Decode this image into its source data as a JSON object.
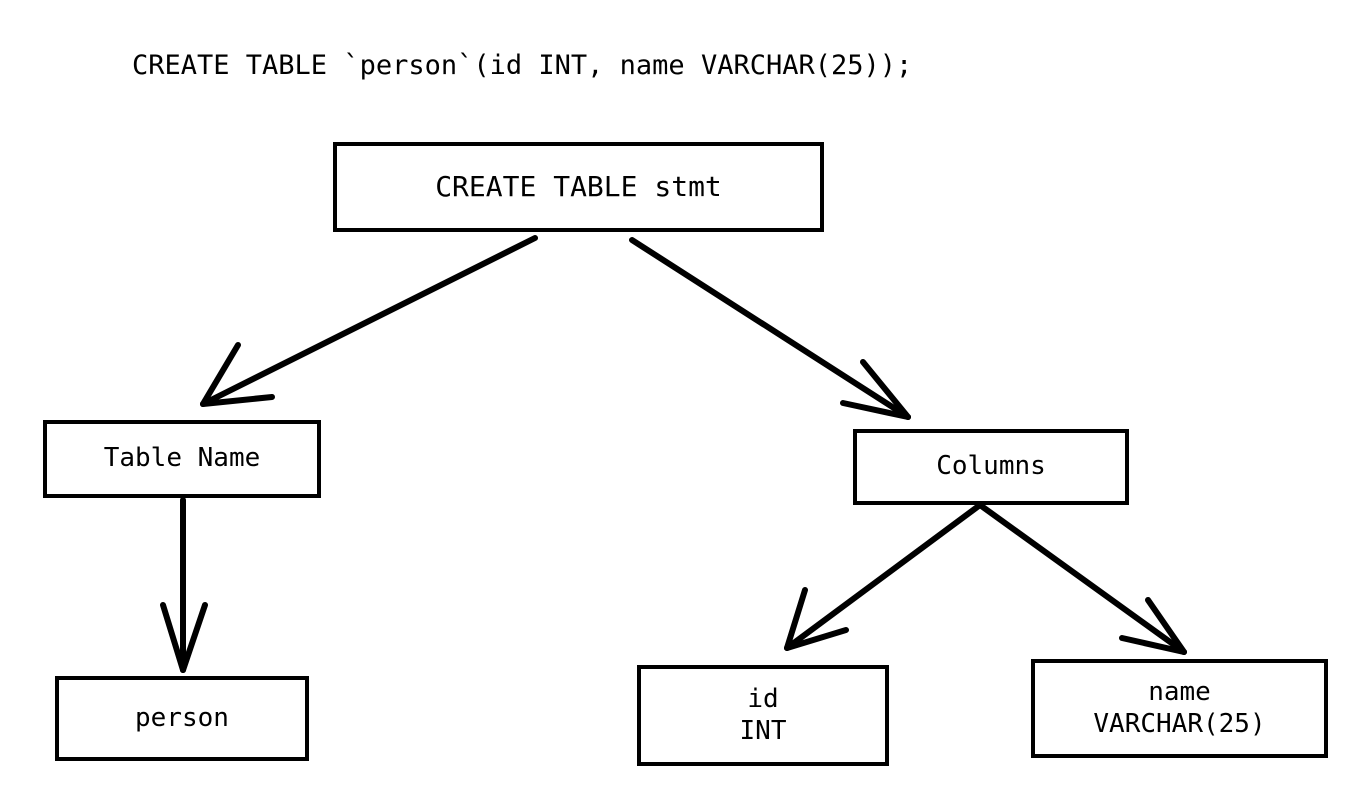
{
  "diagram": {
    "title": "CREATE TABLE `person`(id INT, name VARCHAR(25));",
    "type": "parse-tree",
    "background_color": "#ffffff",
    "stroke_color": "#000000",
    "nodes": [
      {
        "id": "root",
        "label": "CREATE TABLE stmt",
        "lines": [
          "CREATE TABLE stmt"
        ]
      },
      {
        "id": "tname",
        "label": "Table Name",
        "lines": [
          "Table Name"
        ]
      },
      {
        "id": "person",
        "label": "person",
        "lines": [
          "person"
        ]
      },
      {
        "id": "columns",
        "label": "Columns",
        "lines": [
          "Columns"
        ]
      },
      {
        "id": "id",
        "label": "id INT",
        "lines": [
          "id",
          "INT"
        ]
      },
      {
        "id": "name",
        "label": "name VARCHAR(25)",
        "lines": [
          "name",
          "VARCHAR(25)"
        ]
      }
    ],
    "edges": [
      {
        "from": "root",
        "to": "tname"
      },
      {
        "from": "root",
        "to": "columns"
      },
      {
        "from": "tname",
        "to": "person"
      },
      {
        "from": "columns",
        "to": "id"
      },
      {
        "from": "columns",
        "to": "name"
      }
    ]
  }
}
